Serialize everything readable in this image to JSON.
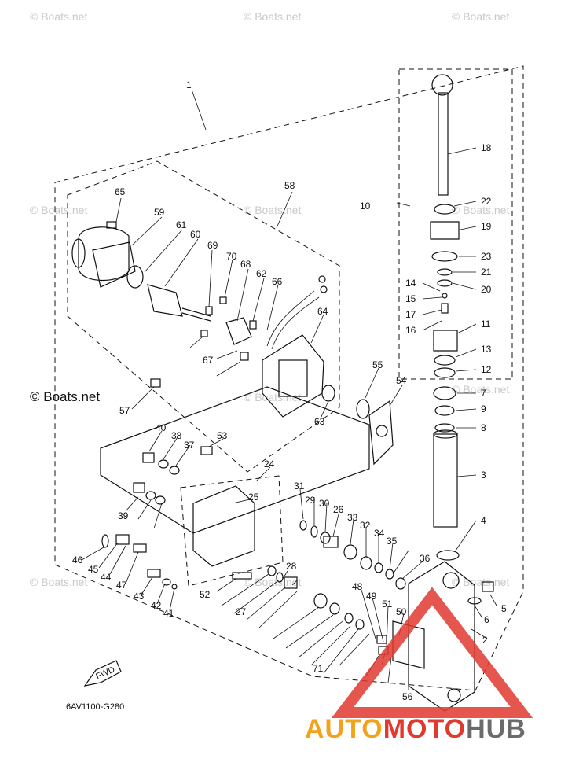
{
  "diagram": {
    "code": "6AV1100-G280",
    "fwd_label": "FWD",
    "callouts": [
      "1",
      "2",
      "3",
      "4",
      "5",
      "6",
      "7",
      "8",
      "9",
      "10",
      "11",
      "12",
      "13",
      "14",
      "15",
      "16",
      "17",
      "18",
      "19",
      "20",
      "21",
      "22",
      "23",
      "24",
      "25",
      "26",
      "27",
      "28",
      "29",
      "30",
      "31",
      "32",
      "33",
      "34",
      "35",
      "36",
      "37",
      "38",
      "39",
      "40",
      "41",
      "42",
      "43",
      "44",
      "45",
      "46",
      "47",
      "48",
      "49",
      "50",
      "51",
      "52",
      "53",
      "54",
      "55",
      "56",
      "57",
      "58",
      "59",
      "60",
      "61",
      "62",
      "63",
      "64",
      "65",
      "66",
      "67",
      "68",
      "69",
      "70",
      "71"
    ]
  },
  "watermarks": {
    "site": "© Boats.net",
    "site_bold": "© Boats.net"
  },
  "brand": {
    "part1": "AUTO",
    "part2": "MOTO",
    "part3": "HUB",
    "color1": "#f4a21b",
    "color2": "#e03a2f",
    "color3": "#6b6b6b"
  }
}
